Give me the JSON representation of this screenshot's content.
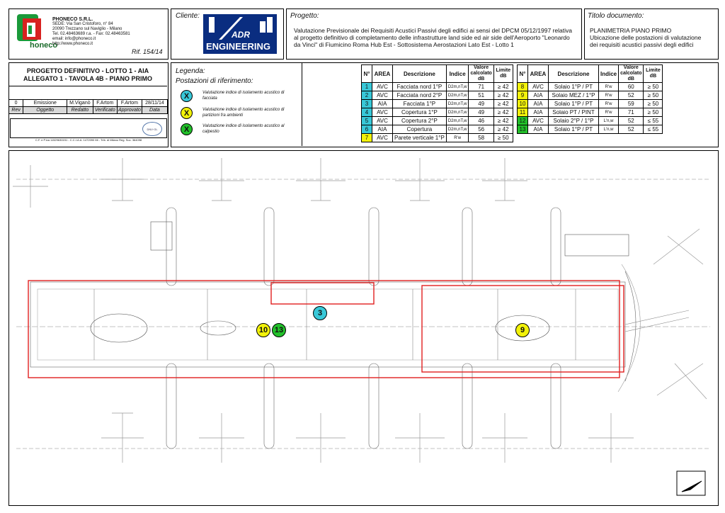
{
  "company": {
    "name": "PHONECO S.R.L.",
    "lines": [
      "SEDE: Via San Cristoforo, n° 84",
      "20090 Trezzano sul Naviglio - Milano",
      "Tel. 02.48463689 r.a. - Fax: 02.48463581",
      "email: info@phoneco.it",
      "http://www.phoneco.it"
    ],
    "logo_text": "honeco",
    "ref": "Rif. 154/14"
  },
  "cliente": {
    "label": "Cliente:",
    "logo_top": "ADR",
    "logo_bottom": "ENGINEERING"
  },
  "progetto": {
    "label": "Progetto:",
    "text": "Valutazione Previsionale dei Requisiti Acustici Passivi degli edifici ai sensi del DPCM 05/12/1997 relativa al progetto definitivo di completamento delle infrastrutture land side ed air side dell'Aeroporto \"Leonardo da Vinci\" di Fiumicino Roma Hub Est - Sottosistema Aerostazioni Lato Est - Lotto 1"
  },
  "titolo": {
    "label": "Titolo documento:",
    "line1": "PLANIMETRIA PIANO PRIMO",
    "line2": "Ubicazione delle postazioni di valutazione",
    "line3": "dei requisiti acustici passivi degli edifici"
  },
  "doc": {
    "line1": "PROGETTO DEFINITIVO - LOTTO 1 - AIA",
    "line2": "ALLEGATO 1 - TAVOLA 4B - PIANO PRIMO"
  },
  "revision": {
    "values": [
      "0",
      "Emissione",
      "M.Viganò",
      "F.Artom",
      "F.Artom",
      "28/11/14"
    ],
    "headers": [
      "Rev",
      "Oggetto",
      "Redatto",
      "Verificato",
      "Approvato",
      "Data"
    ]
  },
  "footer_note": "C.F. e P.iva 11529630151 - C.C.I.A.A. 1472090 Mi - Trib. di Milano Reg. Soc. 364098",
  "cert_badge": "DNV·GL",
  "legenda": {
    "title": "Legenda:",
    "subtitle": "Postazioni di riferimento:",
    "items": [
      {
        "symbol": "X",
        "color": "#38c8d8",
        "text": "Valutazione indice di isolamento acustico di facciata"
      },
      {
        "symbol": "X",
        "color": "#f2f20a",
        "text": "Valutazione indice di isolamento acustico di partizioni fra ambienti"
      },
      {
        "symbol": "X",
        "color": "#22c02a",
        "text": "Valutazione indice di isolamento acustico al calpestio"
      }
    ]
  },
  "table": {
    "headers": [
      "N°",
      "AREA",
      "Descrizione",
      "Indice",
      "Valore calcolato dB",
      "Limite dB"
    ],
    "left": [
      {
        "n": "1",
        "color": "#38c8d8",
        "area": "AVC",
        "desc": "Facciata nord 1°P",
        "ind": "D2m,nT,w",
        "val": "71",
        "lim": "≥ 42"
      },
      {
        "n": "2",
        "color": "#38c8d8",
        "area": "AVC",
        "desc": "Facciata nord 2°P",
        "ind": "D2m,nT,w",
        "val": "51",
        "lim": "≥ 42"
      },
      {
        "n": "3",
        "color": "#38c8d8",
        "area": "AIA",
        "desc": "Facciata 1°P",
        "ind": "D2m,nT,w",
        "val": "49",
        "lim": "≥ 42"
      },
      {
        "n": "4",
        "color": "#38c8d8",
        "area": "AVC",
        "desc": "Copertura 1°P",
        "ind": "D2m,nT,w",
        "val": "49",
        "lim": "≥ 42"
      },
      {
        "n": "5",
        "color": "#38c8d8",
        "area": "AVC",
        "desc": "Copertura 2°P",
        "ind": "D2m,nT,w",
        "val": "46",
        "lim": "≥ 42"
      },
      {
        "n": "6",
        "color": "#38c8d8",
        "area": "AIA",
        "desc": "Copertura",
        "ind": "D2m,nT,w",
        "val": "56",
        "lim": "≥ 42"
      },
      {
        "n": "7",
        "color": "#f2f20a",
        "area": "AVC",
        "desc": "Parete verticale 1°P",
        "ind": "R'w",
        "val": "58",
        "lim": "≥ 50"
      }
    ],
    "right": [
      {
        "n": "8",
        "color": "#f2f20a",
        "area": "AVC",
        "desc": "Solaio 1°P / PT",
        "ind": "R'w",
        "val": "60",
        "lim": "≥ 50"
      },
      {
        "n": "9",
        "color": "#f2f20a",
        "area": "AIA",
        "desc": "Solaio MEZ / 1°P",
        "ind": "R'w",
        "val": "52",
        "lim": "≥ 50"
      },
      {
        "n": "10",
        "color": "#f2f20a",
        "area": "AIA",
        "desc": "Solaio 1°P / PT",
        "ind": "R'w",
        "val": "59",
        "lim": "≥ 50"
      },
      {
        "n": "11",
        "color": "#f2f20a",
        "area": "AIA",
        "desc": "Solaio PT / PINT",
        "ind": "R'w",
        "val": "71",
        "lim": "≥ 50"
      },
      {
        "n": "12",
        "color": "#22c02a",
        "area": "AVC",
        "desc": "Solaio 2°P / 1°P",
        "ind": "L'n,w",
        "val": "52",
        "lim": "≤ 55"
      },
      {
        "n": "13",
        "color": "#22c02a",
        "area": "AIA",
        "desc": "Solaio 1°P / PT",
        "ind": "L'n,w",
        "val": "52",
        "lim": "≤ 55"
      }
    ]
  },
  "markers": [
    {
      "label": "3",
      "color": "#38c8d8"
    },
    {
      "label": "10",
      "color": "#f2f20a"
    },
    {
      "label": "13",
      "color": "#22c02a"
    },
    {
      "label": "9",
      "color": "#f2f20a"
    }
  ]
}
